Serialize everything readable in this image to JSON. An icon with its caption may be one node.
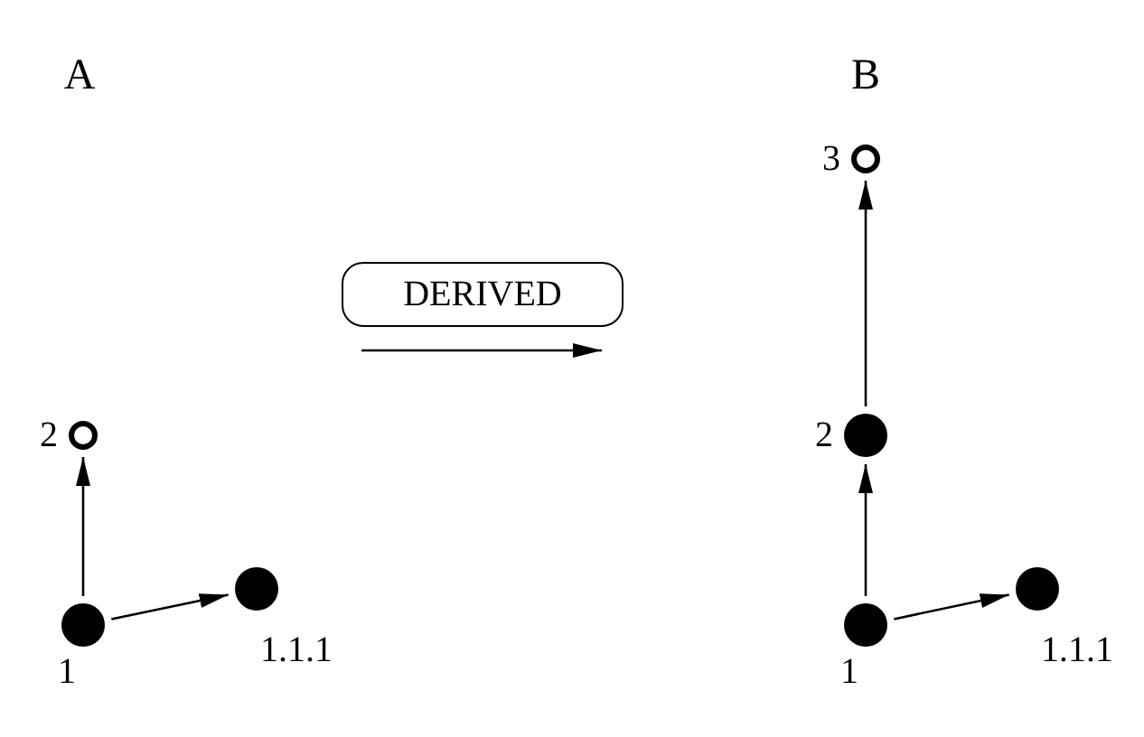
{
  "diagram": {
    "nodes": [
      {
        "text": [],
        "shape": "ring",
        "beside": [
          "2"
        ]
      },
      {
        "text": [],
        "shape": "circle",
        "beside": [
          "1"
        ]
      },
      {
        "text": [],
        "shape": "circle",
        "beside": [
          "1.1.1"
        ]
      },
      {
        "text": [
          "DERIVED"
        ]
      },
      {
        "text": [],
        "shape": "ring",
        "beside": [
          "3"
        ]
      },
      {
        "text": [],
        "shape": "circle",
        "beside": [
          "2"
        ]
      },
      {
        "text": [],
        "shape": "circle",
        "beside": [
          "1"
        ]
      },
      {
        "text": [],
        "shape": "circle",
        "beside": [
          "1.1.1"
        ]
      }
    ],
    "edges": [
      {
        "from": 1,
        "to": 0,
        "arrow": "to"
      },
      {
        "from": 1,
        "to": 2,
        "arrow": "to"
      },
      {
        "from": 6,
        "to": 5,
        "arrow": "to"
      },
      {
        "from": 5,
        "to": 4,
        "arrow": "to"
      },
      {
        "from": 6,
        "to": 7,
        "arrow": "to"
      }
    ],
    "labels": [
      "A",
      "B"
    ]
  }
}
